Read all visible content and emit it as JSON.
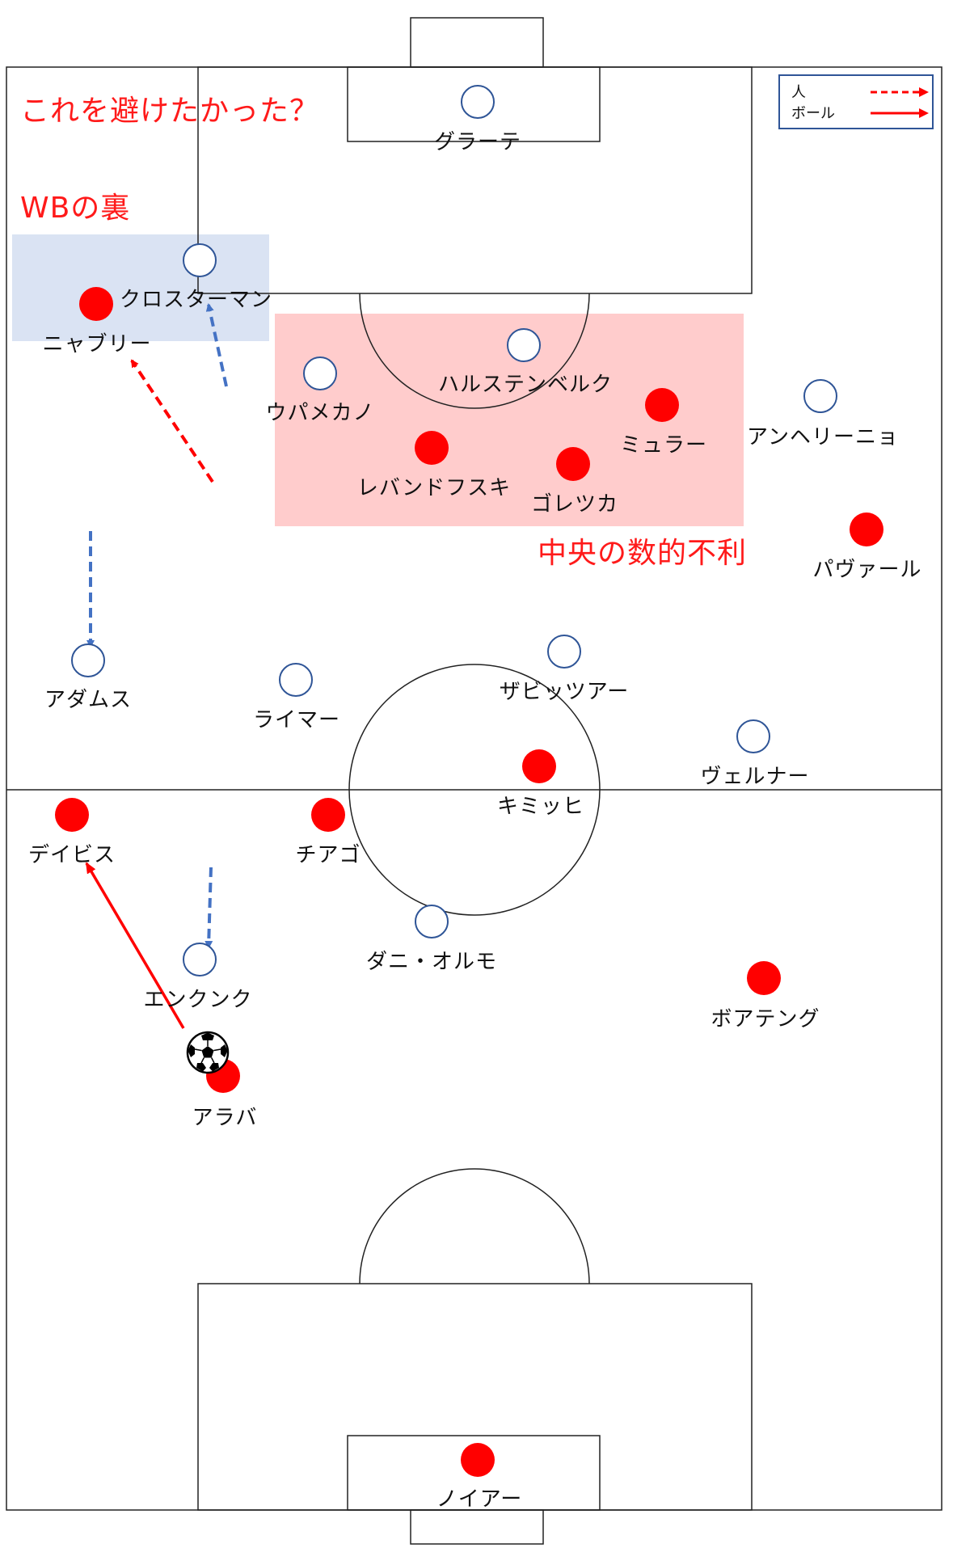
{
  "title": "これを避けたかった？",
  "annotations": {
    "wb_back": "WBの裏",
    "center_disadvantage": "中央の数的不利"
  },
  "legend": {
    "person_label": "人",
    "ball_label": "ボール",
    "person_style": "dashed red arrow",
    "ball_style": "solid red arrow"
  },
  "colors": {
    "team_red": "#ff0000",
    "team_white_outline": "#2f5597",
    "annotation_red": "#ff1a1a",
    "zone_blue": "#dae3f3",
    "zone_red": "#ffcccc"
  },
  "players": {
    "graete": "グラーテ",
    "klostermann": "クロスターマン",
    "nyabri": "ニャブリー",
    "halstenberg": "ハルステンベルク",
    "upamecano": "ウパメカノ",
    "muller": "ミュラー",
    "angelino": "アンヘリーニョ",
    "lewandowski": "レバンドフスキ",
    "goretzka": "ゴレツカ",
    "pavard": "パヴァール",
    "adams": "アダムス",
    "laimer": "ライマー",
    "sabitzer": "ザビッツアー",
    "werner": "ヴェルナー",
    "kimmich": "キミッヒ",
    "davies": "デイビス",
    "thiago": "チアゴ",
    "dani_olmo": "ダニ・オルモ",
    "nkunku": "エンクンク",
    "boateng": "ボアテング",
    "alaba": "アラバ",
    "neuer": "ノイアー"
  },
  "ball_icon": "soccer-ball-icon"
}
